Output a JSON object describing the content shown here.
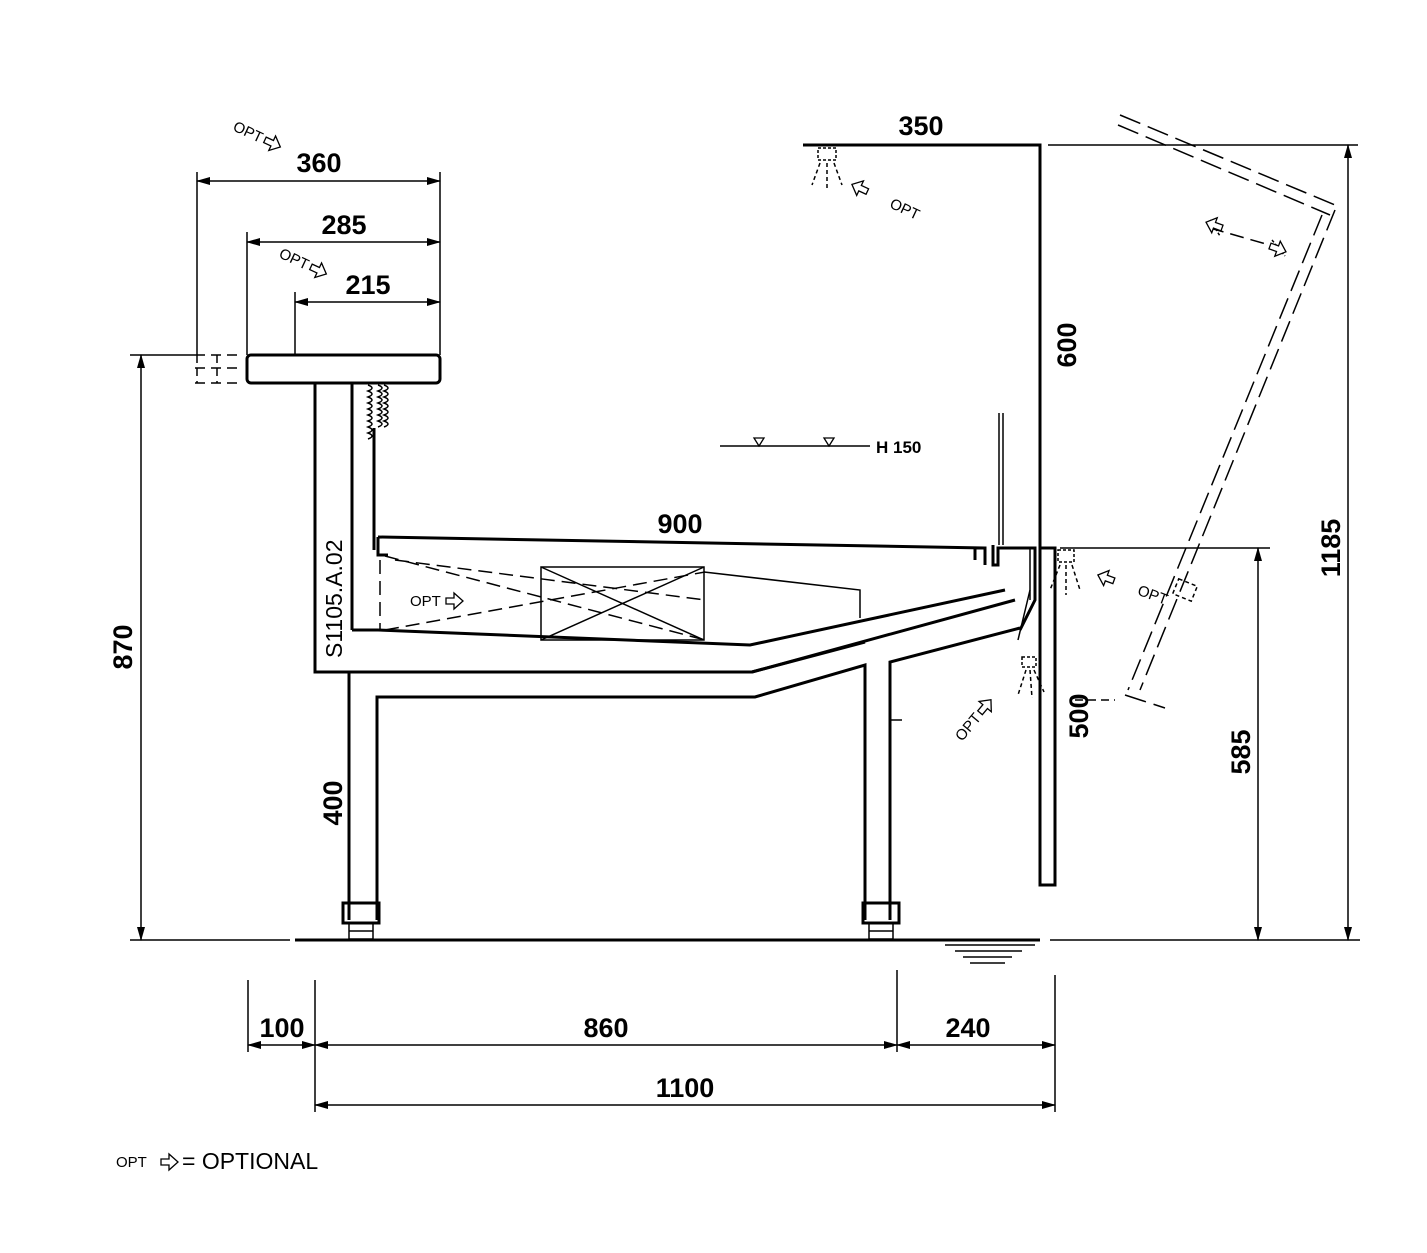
{
  "dimensions": {
    "top_360": "360",
    "top_285": "285",
    "top_215": "215",
    "canopy_350": "350",
    "height_600": "600",
    "water_h150": "H 150",
    "top_900": "900",
    "height_870": "870",
    "height_400": "400",
    "height_500": "500",
    "height_585": "585",
    "height_1185": "1185",
    "bottom_100": "100",
    "bottom_860": "860",
    "bottom_240": "240",
    "bottom_1100": "1100"
  },
  "labels": {
    "opt": "OPT",
    "model_code": "S1105.A.02",
    "legend_text": "= OPTIONAL"
  },
  "icons": {
    "optional_arrow": "hollow-arrow-icon",
    "light_fixture": "lamp-icon",
    "water_level": "triangle-marker-icon",
    "ground": "ground-symbol-icon"
  }
}
